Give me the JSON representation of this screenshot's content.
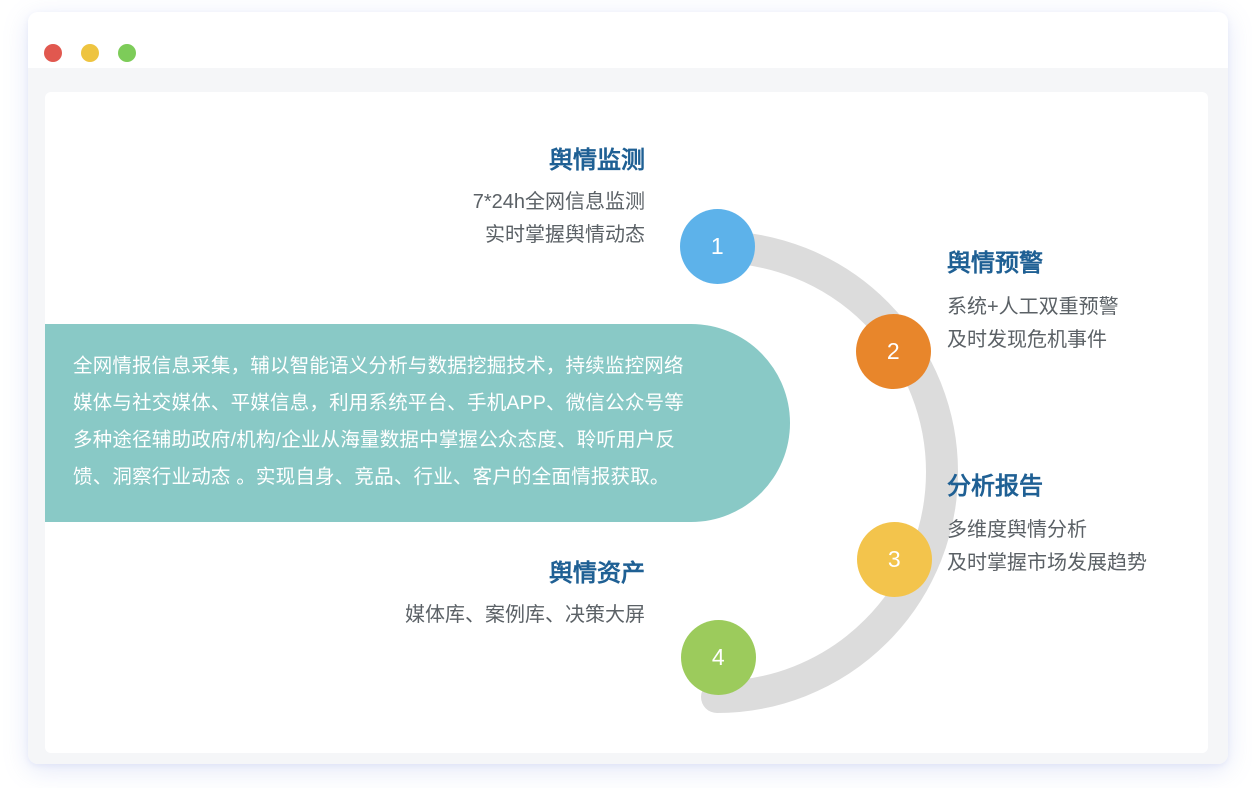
{
  "window": {
    "traffic_lights": [
      {
        "name": "close",
        "color": "#e1584f"
      },
      {
        "name": "minimize",
        "color": "#eec440"
      },
      {
        "name": "maximize",
        "color": "#7dcc59"
      }
    ]
  },
  "diagram": {
    "type": "process-arc",
    "arc_color": "#dcdcdc",
    "title_color": "#1f6094",
    "desc_color": "#5b6166",
    "steps": [
      {
        "number": "1",
        "title": "舆情监测",
        "description": "7*24h全网信息监测\n实时掌握舆情动态",
        "color": "#5db2ea",
        "align": "right"
      },
      {
        "number": "2",
        "title": "舆情预警",
        "description": "系统+人工双重预警\n及时发现危机事件",
        "color": "#e8862b",
        "align": "left"
      },
      {
        "number": "3",
        "title": "分析报告",
        "description": "多维度舆情分析\n及时掌握市场发展趋势",
        "color": "#f3c44c",
        "align": "left"
      },
      {
        "number": "4",
        "title": "舆情资产",
        "description": "媒体库、案例库、决策大屏",
        "color": "#9ccb5c",
        "align": "right"
      }
    ]
  },
  "summary": {
    "background_color": "#89c9c6",
    "text_color": "#ffffff",
    "lines": [
      "全网情报信息采集，辅以智能语义分析与数据挖掘技术，持续监控网络",
      "媒体与社交媒体、平媒信息，利用系统平台、手机APP、微信公众号等",
      "多种途径辅助政府/机构/企业从海量数据中掌握公众态度、聆听用户反",
      "馈、洞察行业动态 。实现自身、竞品、行业、客户的全面情报获取。"
    ]
  }
}
